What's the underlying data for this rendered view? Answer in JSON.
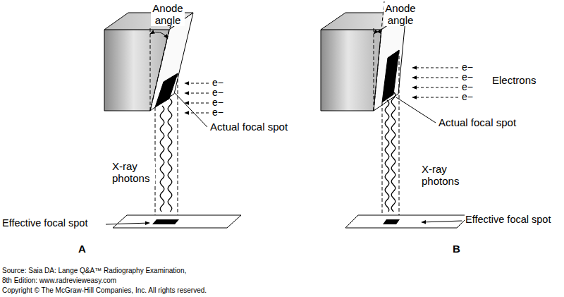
{
  "diagram": {
    "labels": [
      "Anode angle",
      "e−",
      "e−",
      "e−",
      "e−",
      "Actual focal spot",
      "X-ray photons",
      "Effective focal spot",
      "A",
      "Anode angle",
      "e−",
      "e−",
      "e−",
      "e−",
      "Electrons",
      "Actual focal spot",
      "X-ray photons",
      "Effective focal spot",
      "B",
      "Source: Saia DA: Lange Q&A™ Radiography Examination,",
      "8th Edition: www.radreviewеasy.com",
      "Copyright © The McGraw-Hill Companies, Inc. All rights reserved."
    ]
  }
}
